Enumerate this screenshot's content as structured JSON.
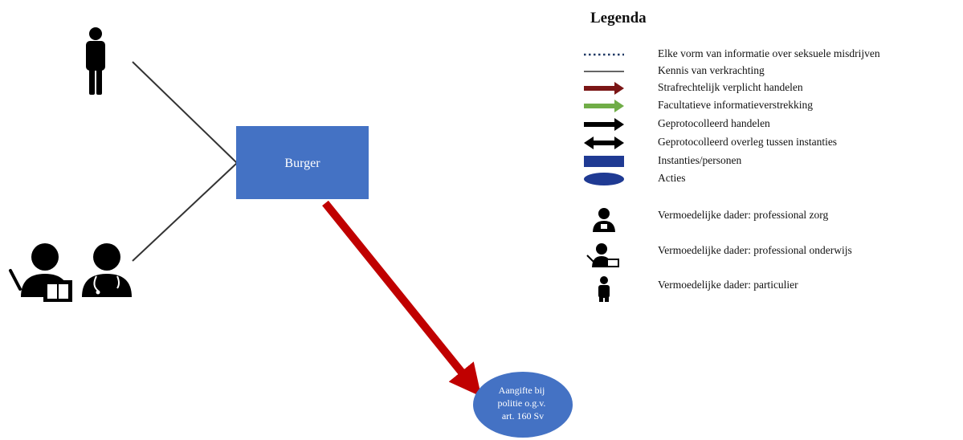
{
  "nodes": {
    "burger": "Burger",
    "aangifte": [
      "Aangifte bij",
      "politie o.g.v.",
      "art. 160 Sv"
    ]
  },
  "colors": {
    "institution": "#4472c4",
    "red_arrow": "#c00000",
    "line": "#333333",
    "dotted": "#1f3864",
    "green_arrow": "#70ad47",
    "maroon_arrow": "#7b1616",
    "black": "#000000"
  },
  "legend": {
    "title": "Legenda",
    "items": [
      {
        "symbol": "dotted-line-icon",
        "label": "Elke vorm van informatie over seksuele misdrijven"
      },
      {
        "symbol": "solid-line-icon",
        "label": "Kennis van verkrachting"
      },
      {
        "symbol": "maroon-arrow-icon",
        "label": "Strafrechtelijk verplicht handelen"
      },
      {
        "symbol": "green-arrow-icon",
        "label": "Facultatieve informatieverstrekking"
      },
      {
        "symbol": "black-arrow-icon",
        "label": "Geprotocolleerd handelen"
      },
      {
        "symbol": "double-arrow-icon",
        "label": "Geprotocolleerd overleg tussen instanties"
      },
      {
        "symbol": "blue-rectangle-icon",
        "label": "Instanties/personen"
      },
      {
        "symbol": "blue-ellipse-icon",
        "label": "Acties"
      },
      {
        "symbol": "care-professional-icon",
        "label": "Vermoedelijke dader: professional zorg"
      },
      {
        "symbol": "teacher-professional-icon",
        "label": "Vermoedelijke dader: professional onderwijs"
      },
      {
        "symbol": "private-person-icon",
        "label": "Vermoedelijke dader: particulier"
      }
    ]
  }
}
